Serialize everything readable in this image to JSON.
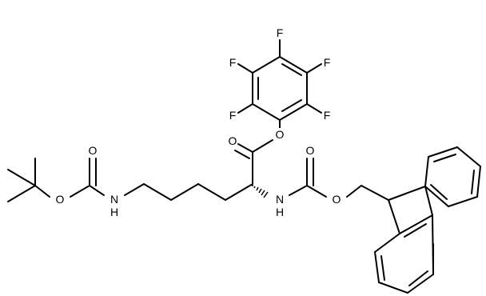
{
  "molecule": {
    "atom_labels": {
      "fluorine_1": "F",
      "fluorine_2": "F",
      "fluorine_3": "F",
      "fluorine_4": "F",
      "fluorine_5": "F",
      "ester_oxygen": "O",
      "carbonyl_oxygen": "O",
      "alpha_nitrogen": "N",
      "alpha_nitrogen_h": "H",
      "fmoc_carbonyl_oxygen": "O",
      "fmoc_ether_oxygen": "O",
      "boc_carbonyl_oxygen": "O",
      "boc_ether_oxygen": "O",
      "epsilon_nitrogen": "N",
      "epsilon_nitrogen_h": "H"
    }
  }
}
